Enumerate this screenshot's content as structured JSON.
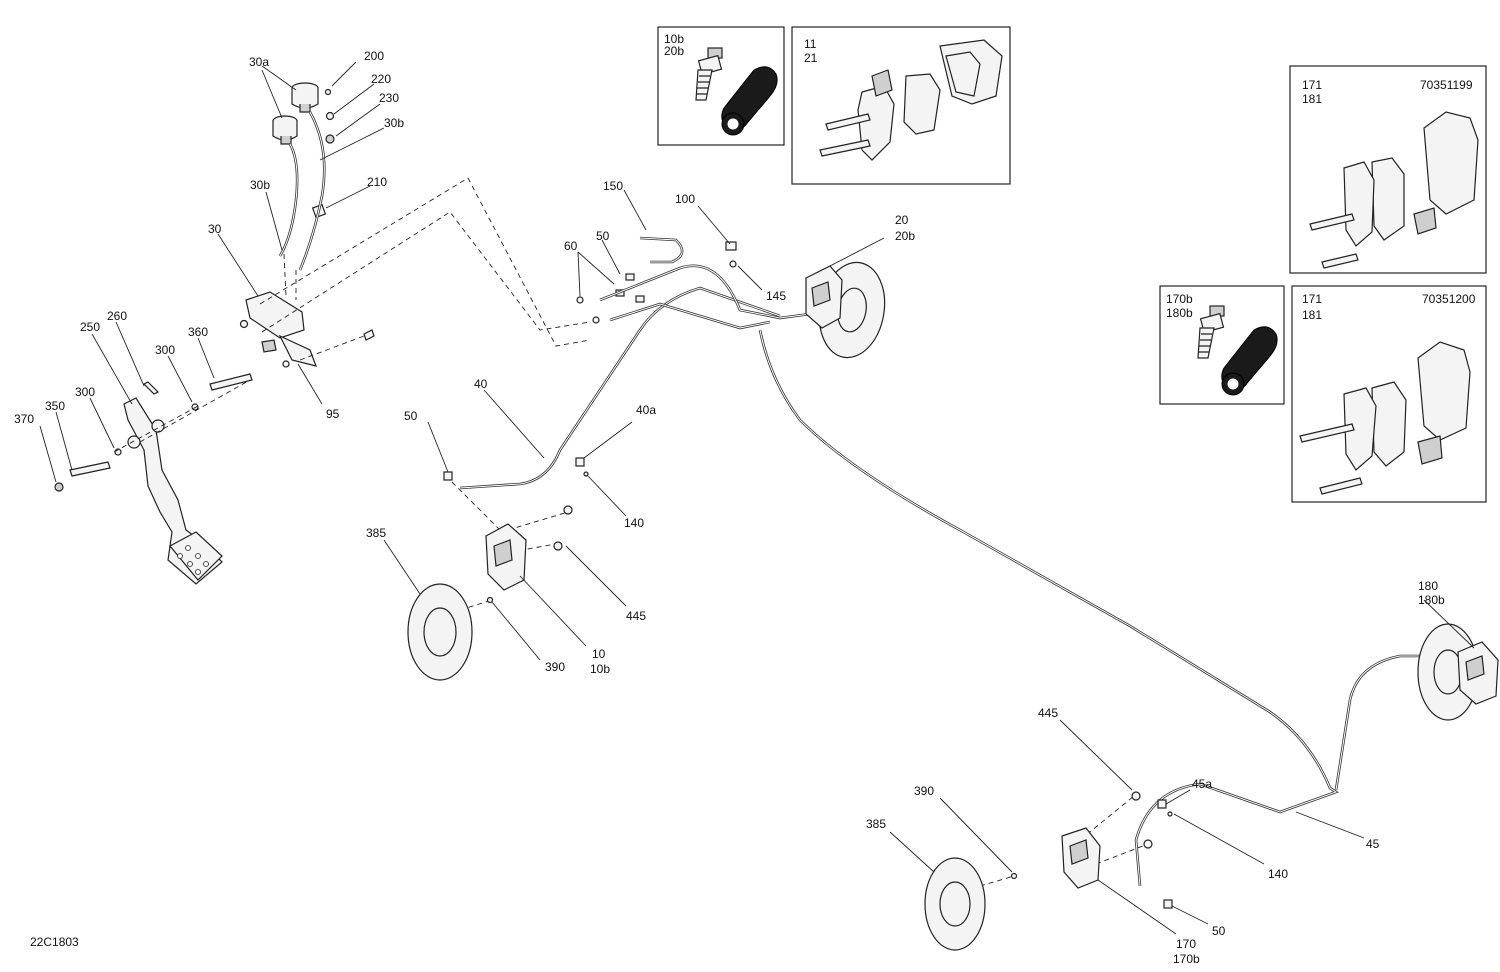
{
  "diagram_id": "22C1803",
  "inset_boxes": [
    {
      "id": "bleeder-front",
      "lines": [
        "10b",
        "20b"
      ]
    },
    {
      "id": "pads-front",
      "lines": [
        "11",
        "21"
      ]
    },
    {
      "id": "pads-rear-1",
      "lines": [
        "171",
        "181"
      ],
      "ref": "70351199"
    },
    {
      "id": "bleeder-rear",
      "lines": [
        "170b",
        "180b"
      ]
    },
    {
      "id": "pads-rear-2",
      "lines": [
        "171",
        "181"
      ],
      "ref": "70351200"
    }
  ],
  "callouts": [
    {
      "text": "200"
    },
    {
      "text": "30a"
    },
    {
      "text": "220"
    },
    {
      "text": "230"
    },
    {
      "text": "30b"
    },
    {
      "text": "210"
    },
    {
      "text": "30b"
    },
    {
      "text": "30"
    },
    {
      "text": "260"
    },
    {
      "text": "250"
    },
    {
      "text": "360"
    },
    {
      "text": "300"
    },
    {
      "text": "300"
    },
    {
      "text": "350"
    },
    {
      "text": "370"
    },
    {
      "text": "95"
    },
    {
      "text": "150"
    },
    {
      "text": "100"
    },
    {
      "text": "60"
    },
    {
      "text": "50"
    },
    {
      "text": "145"
    },
    {
      "text": "20"
    },
    {
      "text": "20b"
    },
    {
      "text": "40"
    },
    {
      "text": "40a"
    },
    {
      "text": "50"
    },
    {
      "text": "140"
    },
    {
      "text": "385"
    },
    {
      "text": "445"
    },
    {
      "text": "390"
    },
    {
      "text": "10"
    },
    {
      "text": "10b"
    },
    {
      "text": "180"
    },
    {
      "text": "180b"
    },
    {
      "text": "445"
    },
    {
      "text": "45a"
    },
    {
      "text": "45"
    },
    {
      "text": "390"
    },
    {
      "text": "385"
    },
    {
      "text": "140"
    },
    {
      "text": "50"
    },
    {
      "text": "170"
    },
    {
      "text": "170b"
    }
  ]
}
